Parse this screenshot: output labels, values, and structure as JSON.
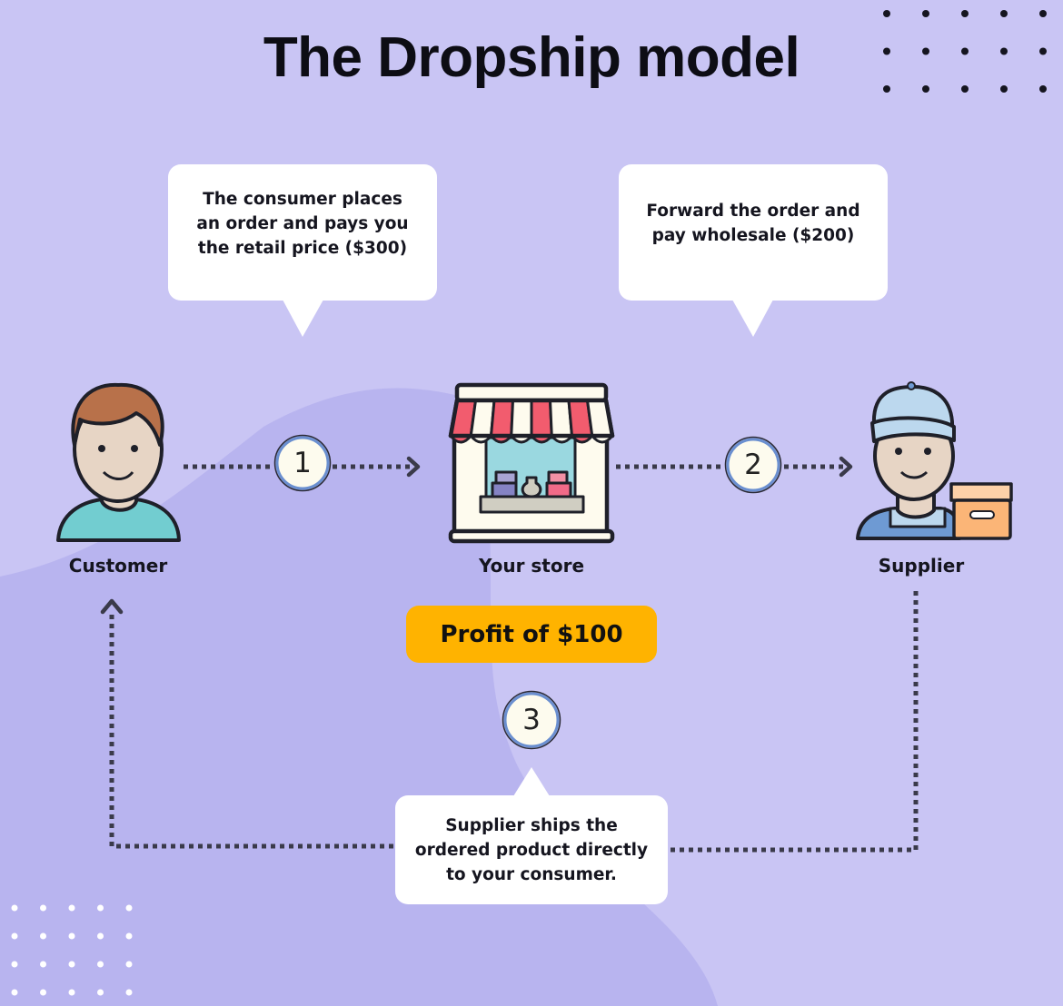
{
  "title": "The Dropship model",
  "bubbles": {
    "order": "The consumer places\nan order and pays you\nthe retail price ($300)",
    "forward": "Forward the order and\npay wholesale ($200)",
    "ship": "Supplier ships the\nordered product directly\nto your consumer."
  },
  "actors": {
    "customer": "Customer",
    "store": "Your store",
    "supplier": "Supplier"
  },
  "steps": [
    "1",
    "2",
    "3"
  ],
  "profit": "Profit of $100",
  "colors": {
    "background": "#c9c5f4",
    "blob": "#b8b4ef",
    "accent": "#ffb300",
    "dash": "#3a3a4a"
  }
}
